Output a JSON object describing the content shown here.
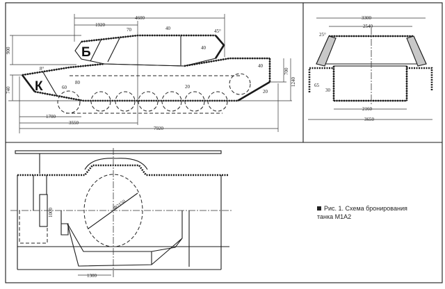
{
  "side_view": {
    "dims": {
      "d4600": "4600",
      "d1920": "1920",
      "d70": "70",
      "d40_roof": "40",
      "a45": "45°",
      "d900": "900",
      "d40_front": "40",
      "a8": "8°",
      "d80": "80",
      "d60": "60",
      "d20_belly": "20",
      "d20_rear": "20",
      "d40_rear": "40",
      "d700": "700",
      "d740": "740",
      "d1240": "1240",
      "d1700": "1700",
      "d3550": "3550",
      "d7920": "7920"
    },
    "zone_turret": "Б",
    "zone_hull": "К"
  },
  "front_view": {
    "dims": {
      "d3300": "3300",
      "d2540": "2540",
      "a25": "25°",
      "d65": "65",
      "d30": "30",
      "d2160": "2160",
      "d3650": "3650"
    }
  },
  "plan_view": {
    "dims": {
      "phi2150": "Ф2150",
      "d1000": "1000",
      "d1300": "1300"
    }
  },
  "caption": {
    "line1": "Рис. 1. Схема бронирования",
    "line2": "танка М1А2"
  }
}
